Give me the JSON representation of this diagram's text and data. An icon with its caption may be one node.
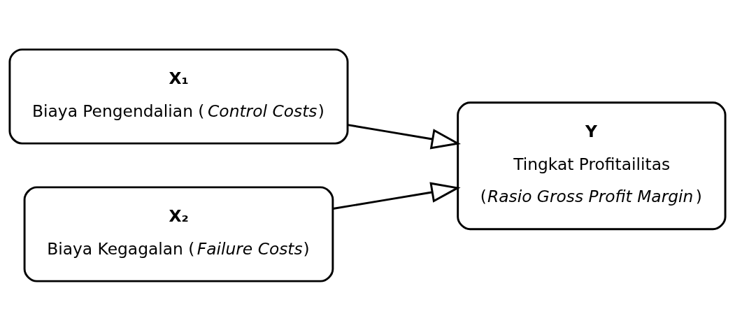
{
  "diagram": {
    "nodes": [
      {
        "text": [
          "X₁",
          "Biaya Pengendalian (*Control Costs*)"
        ]
      },
      {
        "text": [
          "X₂",
          "Biaya Kegagalan (*Failure Costs*)"
        ]
      },
      {
        "text": [
          "Y",
          "Tingkat Profitailitas",
          "(*Rasio Gross Profit Margin*)"
        ]
      }
    ],
    "edges": [
      {
        "from": 0,
        "to": 2,
        "arrow": "to"
      },
      {
        "from": 1,
        "to": 2,
        "arrow": "to"
      }
    ]
  }
}
